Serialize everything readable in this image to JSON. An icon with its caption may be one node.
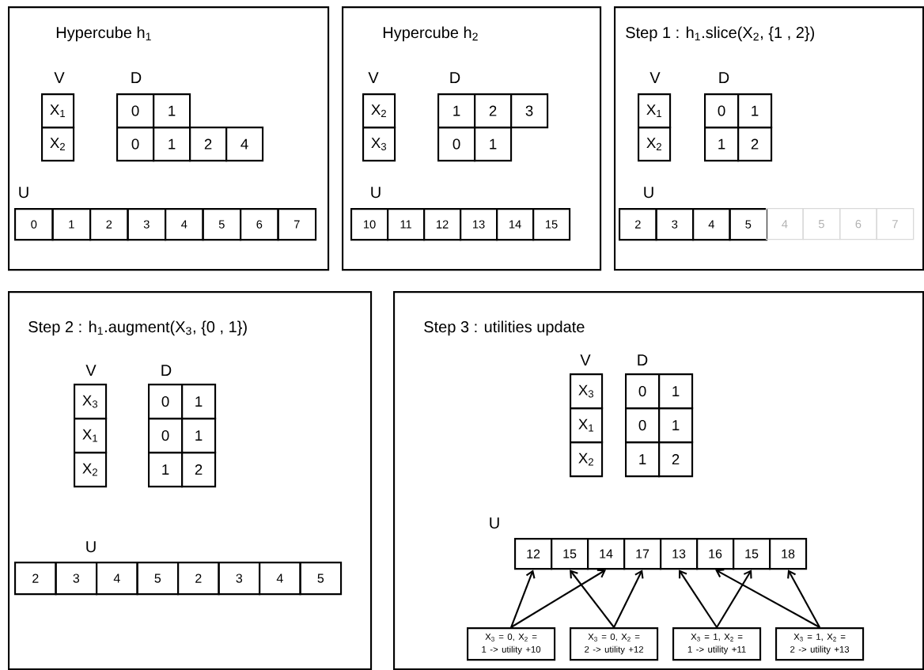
{
  "diagram": {
    "nodes": [
      {
        "text": [
          "Hypercube h$_{1}$"
        ]
      },
      {
        "text": [
          "X$_{1}$"
        ],
        "in": 0
      },
      {
        "text": [
          "X$_{2}$"
        ],
        "in": 0
      },
      {
        "text": [
          "0"
        ],
        "in": 0
      },
      {
        "text": [
          "1"
        ],
        "in": 0
      },
      {
        "text": [
          "0"
        ],
        "in": 0
      },
      {
        "text": [
          "1"
        ],
        "in": 0
      },
      {
        "text": [
          "2"
        ],
        "in": 0
      },
      {
        "text": [
          "4"
        ],
        "in": 0
      },
      {
        "text": [
          "0"
        ],
        "in": 0
      },
      {
        "text": [
          "1"
        ],
        "in": 0
      },
      {
        "text": [
          "2"
        ],
        "in": 0
      },
      {
        "text": [
          "3"
        ],
        "in": 0
      },
      {
        "text": [
          "4"
        ],
        "in": 0
      },
      {
        "text": [
          "5"
        ],
        "in": 0
      },
      {
        "text": [
          "6"
        ],
        "in": 0
      },
      {
        "text": [
          "7"
        ],
        "in": 0
      },
      {
        "text": [
          "Hypercube h$_{2}$"
        ]
      },
      {
        "text": [
          "X$_{2}$"
        ],
        "in": 17
      },
      {
        "text": [
          "X$_{3}$"
        ],
        "in": 17
      },
      {
        "text": [
          "1"
        ],
        "in": 17
      },
      {
        "text": [
          "2"
        ],
        "in": 17
      },
      {
        "text": [
          "3"
        ],
        "in": 17
      },
      {
        "text": [
          "0"
        ],
        "in": 17
      },
      {
        "text": [
          "1"
        ],
        "in": 17
      },
      {
        "text": [
          "10"
        ],
        "in": 17
      },
      {
        "text": [
          "11"
        ],
        "in": 17
      },
      {
        "text": [
          "12"
        ],
        "in": 17
      },
      {
        "text": [
          "13"
        ],
        "in": 17
      },
      {
        "text": [
          "14"
        ],
        "in": 17
      },
      {
        "text": [
          "15"
        ],
        "in": 17
      },
      {
        "text": [
          "Step 1 : h$_{1}$.slice(X$_{2}$, {1 , 2})"
        ]
      },
      {
        "text": [
          "X$_{1}$"
        ],
        "in": 31
      },
      {
        "text": [
          "X$_{2}$"
        ],
        "in": 31
      },
      {
        "text": [
          "0"
        ],
        "in": 31
      },
      {
        "text": [
          "1"
        ],
        "in": 31
      },
      {
        "text": [
          "1"
        ],
        "in": 31
      },
      {
        "text": [
          "2"
        ],
        "in": 31
      },
      {
        "text": [
          "2"
        ],
        "in": 31
      },
      {
        "text": [
          "3"
        ],
        "in": 31
      },
      {
        "text": [
          "4"
        ],
        "in": 31
      },
      {
        "text": [
          "5"
        ],
        "in": 31
      },
      {
        "text": [
          "Step 2 : h$_{1}$.augment(X$_{3}$, {0 , 1})"
        ]
      },
      {
        "text": [
          "X$_{3}$"
        ],
        "in": 42
      },
      {
        "text": [
          "X$_{1}$"
        ],
        "in": 42
      },
      {
        "text": [
          "X$_{2}$"
        ],
        "in": 42
      },
      {
        "text": [
          "0"
        ],
        "in": 42
      },
      {
        "text": [
          "1"
        ],
        "in": 42
      },
      {
        "text": [
          "0"
        ],
        "in": 42
      },
      {
        "text": [
          "1"
        ],
        "in": 42
      },
      {
        "text": [
          "1"
        ],
        "in": 42
      },
      {
        "text": [
          "2"
        ],
        "in": 42
      },
      {
        "text": [
          "2"
        ],
        "in": 42
      },
      {
        "text": [
          "3"
        ],
        "in": 42
      },
      {
        "text": [
          "4"
        ],
        "in": 42
      },
      {
        "text": [
          "5"
        ],
        "in": 42
      },
      {
        "text": [
          "2"
        ],
        "in": 42
      },
      {
        "text": [
          "3"
        ],
        "in": 42
      },
      {
        "text": [
          "4"
        ],
        "in": 42
      },
      {
        "text": [
          "5"
        ],
        "in": 42
      },
      {
        "text": [
          "Step 3 : utilities update"
        ]
      },
      {
        "text": [
          "X$_{3}$"
        ],
        "in": 60
      },
      {
        "text": [
          "X$_{1}$"
        ],
        "in": 60
      },
      {
        "text": [
          "X$_{2}$"
        ],
        "in": 60
      },
      {
        "text": [
          "0"
        ],
        "in": 60
      },
      {
        "text": [
          "1"
        ],
        "in": 60
      },
      {
        "text": [
          "0"
        ],
        "in": 60
      },
      {
        "text": [
          "1"
        ],
        "in": 60
      },
      {
        "text": [
          "1"
        ],
        "in": 60
      },
      {
        "text": [
          "2"
        ],
        "in": 60
      },
      {
        "text": [
          "12"
        ],
        "in": 60
      },
      {
        "text": [
          "15"
        ],
        "in": 60
      },
      {
        "text": [
          "14"
        ],
        "in": 60
      },
      {
        "text": [
          "17"
        ],
        "in": 60
      },
      {
        "text": [
          "13"
        ],
        "in": 60
      },
      {
        "text": [
          "16"
        ],
        "in": 60
      },
      {
        "text": [
          "15"
        ],
        "in": 60
      },
      {
        "text": [
          "18"
        ],
        "in": 60
      },
      {
        "text": [
          "X$_{3}$ = 0, X$_{2}$ = 1 -> utility +10"
        ],
        "in": 60
      },
      {
        "text": [
          "X$_{3}$ = 0, X$_{2}$ = 2 -> utility +12"
        ],
        "in": 60
      },
      {
        "text": [
          "X$_{3}$ = 1, X$_{2}$ = 1 -> utility +11"
        ],
        "in": 60
      },
      {
        "text": [
          "X$_{3}$ = 1, X$_{2}$ = 2 -> utility +13"
        ],
        "in": 60
      }
    ],
    "edges": [
      {
        "from": 78,
        "to": 70,
        "arrow": "to"
      },
      {
        "from": 78,
        "to": 72,
        "arrow": "to"
      },
      {
        "from": 79,
        "to": 71,
        "arrow": "to"
      },
      {
        "from": 79,
        "to": 73,
        "arrow": "to"
      },
      {
        "from": 80,
        "to": 74,
        "arrow": "to"
      },
      {
        "from": 80,
        "to": 76,
        "arrow": "to"
      },
      {
        "from": 81,
        "to": 75,
        "arrow": "to"
      },
      {
        "from": 81,
        "to": 77,
        "arrow": "to"
      }
    ],
    "labels": [
      "V",
      "D",
      "U",
      "V",
      "D",
      "U",
      "V",
      "D",
      "U",
      "4",
      "5",
      "6",
      "7",
      "V",
      "D",
      "U",
      "V",
      "D",
      "U"
    ]
  }
}
